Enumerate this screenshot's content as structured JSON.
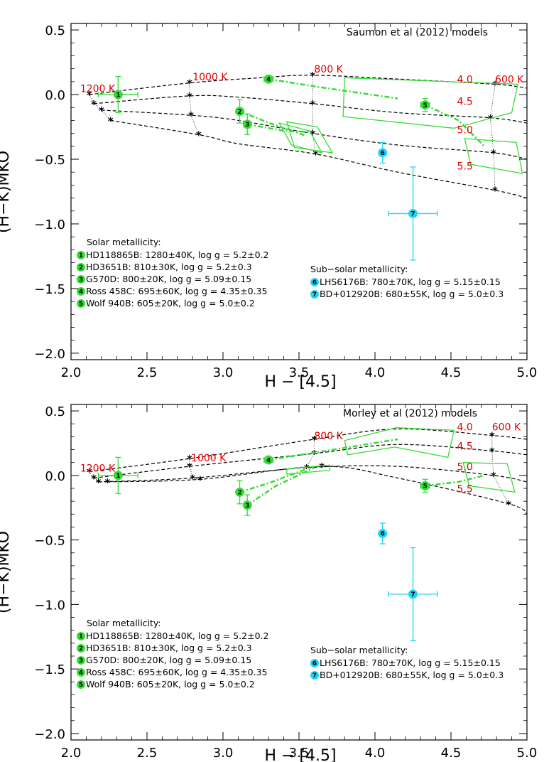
{
  "colors": {
    "solar": "#33dd33",
    "subsolar": "#22d4f4",
    "model": "#000000",
    "teff": "#e00000"
  },
  "legend": {
    "solar_header": "Solar metallicity:",
    "subsolar_header": "Sub−solar metallicity:",
    "entries": [
      {
        "n": "1",
        "text": "HD118865B: 1280±40K, log g = 5.2±0.2",
        "group": "solar"
      },
      {
        "n": "2",
        "text": "HD3651B: 810±30K, log g = 5.2±0.3",
        "group": "solar"
      },
      {
        "n": "3",
        "text": "G570D: 800±20K, log g = 5.09±0.15",
        "group": "solar"
      },
      {
        "n": "4",
        "text": "Ross 458C: 695±60K, log g = 4.35±0.35",
        "group": "solar"
      },
      {
        "n": "5",
        "text": "Wolf 940B: 605±20K, log g = 5.0±0.2",
        "group": "solar"
      },
      {
        "n": "6",
        "text": "LHS6176B: 780±70K, log g = 5.15±0.15",
        "group": "subsolar"
      },
      {
        "n": "7",
        "text": "BD+012920B: 680±55K, log g = 5.0±0.3",
        "group": "subsolar"
      }
    ]
  },
  "chart_data": [
    {
      "type": "scatter",
      "title": "Saumon et al (2012) models",
      "xlabel": "H − [4.5]",
      "ylabel": "(H−K)MKO",
      "xlim": [
        2.0,
        5.0
      ],
      "ylim": [
        -2.05,
        0.55
      ],
      "xticks": [
        "2.0",
        "2.5",
        "3.0",
        "3.5",
        "4.0",
        "4.5",
        "5.0"
      ],
      "yticks": [
        "0.5",
        "0.0",
        "−0.5",
        "−1.0",
        "−1.5",
        "−2.0"
      ],
      "ytick_values": [
        0.5,
        0.0,
        -0.5,
        -1.0,
        -1.5,
        -2.0
      ],
      "teff_labels": [
        {
          "text": "1200 K",
          "x": 2.06,
          "y": 0.02
        },
        {
          "text": "1000 K",
          "x": 2.8,
          "y": 0.11
        },
        {
          "text": "800 K",
          "x": 3.6,
          "y": 0.17
        },
        {
          "text": "600 K",
          "x": 4.79,
          "y": 0.09
        }
      ],
      "logg_labels": [
        {
          "text": "4.0",
          "x": 4.54,
          "y": 0.09
        },
        {
          "text": "4.5",
          "x": 4.54,
          "y": -0.08
        },
        {
          "text": "5.0",
          "x": 4.54,
          "y": -0.3
        },
        {
          "text": "5.5",
          "x": 4.54,
          "y": -0.58
        }
      ],
      "model_curves": [
        {
          "x": [
            2.12,
            2.78,
            3.25,
            3.59,
            4.15,
            4.79,
            5.0
          ],
          "y": [
            0.0,
            0.09,
            0.13,
            0.15,
            0.12,
            0.08,
            0.05
          ]
        },
        {
          "x": [
            2.15,
            2.78,
            3.1,
            3.59,
            4.15,
            4.76,
            5.0
          ],
          "y": [
            -0.07,
            -0.01,
            -0.02,
            -0.07,
            -0.14,
            -0.18,
            -0.22
          ]
        },
        {
          "x": [
            2.2,
            2.79,
            3.1,
            3.59,
            4.15,
            4.78,
            5.0
          ],
          "y": [
            -0.12,
            -0.16,
            -0.2,
            -0.3,
            -0.39,
            -0.45,
            -0.5
          ]
        },
        {
          "x": [
            2.26,
            2.84,
            3.1,
            3.61,
            4.15,
            4.79,
            5.0
          ],
          "y": [
            -0.2,
            -0.31,
            -0.38,
            -0.46,
            -0.6,
            -0.74,
            -0.8
          ]
        }
      ],
      "model_points": {
        "x": [
          2.12,
          2.15,
          2.2,
          2.26,
          2.78,
          2.78,
          2.79,
          2.84,
          3.59,
          3.59,
          3.59,
          3.61,
          4.79,
          4.76,
          4.78,
          4.79
        ],
        "y": [
          0.0,
          -0.07,
          -0.12,
          -0.2,
          0.09,
          -0.01,
          -0.16,
          -0.31,
          0.15,
          -0.07,
          -0.3,
          -0.46,
          0.08,
          -0.18,
          -0.45,
          -0.74
        ]
      },
      "iso_teff": [
        {
          "x": [
            2.12,
            2.15,
            2.2,
            2.26
          ],
          "y": [
            0.0,
            -0.07,
            -0.12,
            -0.2
          ]
        },
        {
          "x": [
            2.78,
            2.78,
            2.79,
            2.84
          ],
          "y": [
            0.09,
            -0.01,
            -0.16,
            -0.31
          ]
        },
        {
          "x": [
            3.59,
            3.59,
            3.59,
            3.61
          ],
          "y": [
            0.15,
            -0.07,
            -0.3,
            -0.46
          ]
        },
        {
          "x": [
            4.79,
            4.76,
            4.78,
            4.79
          ],
          "y": [
            0.08,
            -0.18,
            -0.45,
            -0.74
          ]
        }
      ],
      "tracks": [
        {
          "x": [
            3.3,
            3.62,
            4.15
          ],
          "y": [
            0.12,
            0.06,
            -0.03
          ]
        },
        {
          "x": [
            3.11,
            3.35,
            3.55
          ],
          "y": [
            -0.13,
            -0.24,
            -0.32
          ]
        },
        {
          "x": [
            3.16,
            3.4,
            3.58
          ],
          "y": [
            -0.23,
            -0.28,
            -0.29
          ]
        },
        {
          "x": [
            4.33,
            4.55,
            4.72
          ],
          "y": [
            -0.08,
            -0.2,
            -0.4
          ]
        }
      ],
      "regions": [
        {
          "x": [
            3.8,
            4.94,
            4.9,
            4.52,
            3.79
          ],
          "y": [
            0.13,
            0.08,
            -0.14,
            -0.26,
            -0.17
          ]
        },
        {
          "x": [
            3.42,
            3.62,
            3.72,
            3.47
          ],
          "y": [
            -0.21,
            -0.25,
            -0.45,
            -0.41
          ]
        },
        {
          "x": [
            3.37,
            3.57,
            3.65,
            3.45
          ],
          "y": [
            -0.22,
            -0.28,
            -0.45,
            -0.39
          ]
        },
        {
          "x": [
            4.59,
            4.93,
            4.97,
            4.63
          ],
          "y": [
            -0.34,
            -0.37,
            -0.61,
            -0.54
          ]
        }
      ],
      "points": [
        {
          "n": "1",
          "x": 2.31,
          "y": 0.0,
          "xerr": 0.13,
          "yerr": 0.14,
          "group": "solar"
        },
        {
          "n": "2",
          "x": 3.11,
          "y": -0.13,
          "xerr": 0.02,
          "yerr": 0.09,
          "group": "solar"
        },
        {
          "n": "3",
          "x": 3.16,
          "y": -0.23,
          "xerr": 0.02,
          "yerr": 0.08,
          "group": "solar"
        },
        {
          "n": "4",
          "x": 3.3,
          "y": 0.12,
          "xerr": 0.03,
          "yerr": 0.02,
          "group": "solar"
        },
        {
          "n": "5",
          "x": 4.33,
          "y": -0.08,
          "xerr": 0.03,
          "yerr": 0.05,
          "group": "solar"
        },
        {
          "n": "6",
          "x": 4.05,
          "y": -0.45,
          "xerr": 0.02,
          "yerr": 0.08,
          "group": "subsolar"
        },
        {
          "n": "7",
          "x": 4.25,
          "y": -0.92,
          "xerr": 0.16,
          "yerr": 0.36,
          "group": "subsolar"
        }
      ]
    },
    {
      "type": "scatter",
      "title": "Morley et al (2012) models",
      "xlabel": "H − [4.5]",
      "ylabel": "(H−K)MKO",
      "xlim": [
        2.0,
        5.0
      ],
      "ylim": [
        -2.05,
        0.55
      ],
      "xticks": [
        "2.0",
        "2.5",
        "3.0",
        "3.5",
        "4.0",
        "4.5",
        "5.0"
      ],
      "yticks": [
        "0.5",
        "0.0",
        "−0.5",
        "−1.0",
        "−1.5",
        "−2.0"
      ],
      "ytick_values": [
        0.5,
        0.0,
        -0.5,
        -1.0,
        -1.5,
        -2.0
      ],
      "teff_labels": [
        {
          "text": "1200 K",
          "x": 2.06,
          "y": 0.03
        },
        {
          "text": "1000 K",
          "x": 2.79,
          "y": 0.11
        },
        {
          "text": "800 K",
          "x": 3.6,
          "y": 0.28
        },
        {
          "text": "600 K",
          "x": 4.77,
          "y": 0.35
        }
      ],
      "logg_labels": [
        {
          "text": "4.0",
          "x": 4.54,
          "y": 0.35
        },
        {
          "text": "4.5",
          "x": 4.54,
          "y": 0.2
        },
        {
          "text": "5.0",
          "x": 4.54,
          "y": 0.04
        },
        {
          "text": "5.5",
          "x": 4.54,
          "y": -0.13
        }
      ],
      "model_curves": [
        {
          "x": [
            2.12,
            2.78,
            3.6,
            4.15,
            4.77,
            5.0
          ],
          "y": [
            0.03,
            0.13,
            0.28,
            0.36,
            0.31,
            0.28
          ]
        },
        {
          "x": [
            2.15,
            2.78,
            3.6,
            4.15,
            4.77,
            5.0
          ],
          "y": [
            -0.02,
            0.07,
            0.17,
            0.24,
            0.19,
            0.16
          ]
        },
        {
          "x": [
            2.18,
            2.8,
            3.55,
            4.15,
            4.78,
            5.0
          ],
          "y": [
            -0.05,
            -0.02,
            0.06,
            0.07,
            0.0,
            -0.05
          ]
        },
        {
          "x": [
            2.24,
            2.85,
            3.65,
            4.15,
            4.88,
            5.0
          ],
          "y": [
            -0.05,
            -0.03,
            0.07,
            -0.02,
            -0.22,
            -0.3
          ]
        }
      ],
      "model_points": {
        "x": [
          2.12,
          2.15,
          2.18,
          2.24,
          2.78,
          2.78,
          2.8,
          2.85,
          3.6,
          3.6,
          3.55,
          3.65,
          4.77,
          4.77,
          4.78,
          4.88
        ],
        "y": [
          0.03,
          -0.02,
          -0.05,
          -0.05,
          0.13,
          0.07,
          -0.02,
          -0.03,
          0.28,
          0.17,
          0.06,
          0.07,
          0.31,
          0.19,
          0.0,
          -0.22
        ]
      },
      "iso_teff": [
        {
          "x": [
            2.12,
            2.15,
            2.18,
            2.24
          ],
          "y": [
            0.03,
            -0.02,
            -0.05,
            -0.05
          ]
        },
        {
          "x": [
            2.78,
            2.78,
            2.8,
            2.85
          ],
          "y": [
            0.13,
            0.07,
            -0.02,
            -0.03
          ]
        },
        {
          "x": [
            3.6,
            3.6,
            3.55,
            3.65
          ],
          "y": [
            0.28,
            0.17,
            0.06,
            0.07
          ]
        },
        {
          "x": [
            4.77,
            4.77,
            4.78,
            4.88
          ],
          "y": [
            0.31,
            0.19,
            0.0,
            -0.22
          ]
        }
      ],
      "tracks": [
        {
          "x": [
            3.3,
            3.62,
            4.15
          ],
          "y": [
            0.12,
            0.18,
            0.28
          ]
        },
        {
          "x": [
            3.11,
            3.3,
            3.55
          ],
          "y": [
            -0.13,
            -0.06,
            0.05
          ]
        },
        {
          "x": [
            3.16,
            3.35,
            3.6
          ],
          "y": [
            -0.23,
            -0.08,
            0.06
          ]
        },
        {
          "x": [
            4.33,
            4.55,
            4.72
          ],
          "y": [
            -0.08,
            -0.05,
            0.0
          ]
        }
      ],
      "regions": [
        {
          "x": [
            3.8,
            4.14,
            4.52,
            4.48,
            4.13,
            3.82
          ],
          "y": [
            0.27,
            0.37,
            0.35,
            0.14,
            0.22,
            0.16
          ]
        },
        {
          "x": [
            3.42,
            3.7,
            3.7,
            3.42
          ],
          "y": [
            0.05,
            0.08,
            0.04,
            0.01
          ]
        },
        {
          "x": [
            4.58,
            4.87,
            4.92,
            4.62
          ],
          "y": [
            0.1,
            0.09,
            -0.13,
            -0.08
          ]
        }
      ],
      "points": [
        {
          "n": "1",
          "x": 2.31,
          "y": 0.0,
          "xerr": 0.13,
          "yerr": 0.14,
          "group": "solar"
        },
        {
          "n": "2",
          "x": 3.11,
          "y": -0.13,
          "xerr": 0.02,
          "yerr": 0.09,
          "group": "solar"
        },
        {
          "n": "3",
          "x": 3.16,
          "y": -0.23,
          "xerr": 0.02,
          "yerr": 0.08,
          "group": "solar"
        },
        {
          "n": "4",
          "x": 3.3,
          "y": 0.12,
          "xerr": 0.03,
          "yerr": 0.02,
          "group": "solar"
        },
        {
          "n": "5",
          "x": 4.33,
          "y": -0.08,
          "xerr": 0.03,
          "yerr": 0.05,
          "group": "solar"
        },
        {
          "n": "6",
          "x": 4.05,
          "y": -0.45,
          "xerr": 0.02,
          "yerr": 0.08,
          "group": "subsolar"
        },
        {
          "n": "7",
          "x": 4.25,
          "y": -0.92,
          "xerr": 0.16,
          "yerr": 0.36,
          "group": "subsolar"
        }
      ]
    }
  ]
}
